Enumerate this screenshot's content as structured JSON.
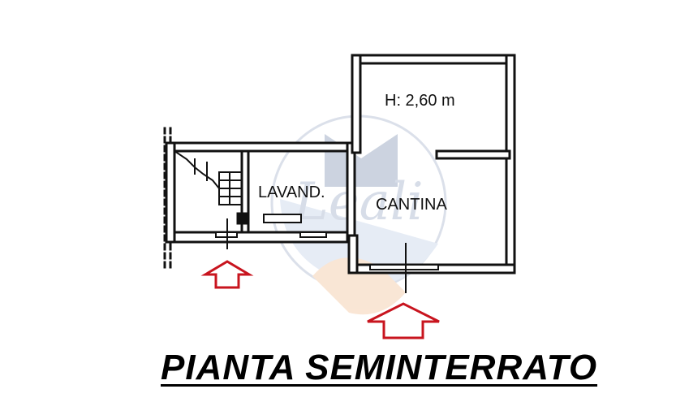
{
  "plan": {
    "title": "PIANTA SEMINTERRATO",
    "rooms": {
      "laundry": "LAVAND.",
      "cellar": "CANTINA",
      "height": "H: 2,60 m"
    },
    "watermark_text": "Leali",
    "colors": {
      "wall": "#111111",
      "arrow": "#c8141e",
      "watermark_blue": "#5a7fb4",
      "watermark_orange": "#e9a06a"
    },
    "icons": [
      "entrance-arrow-icon",
      "watermark-logo-icon"
    ]
  }
}
